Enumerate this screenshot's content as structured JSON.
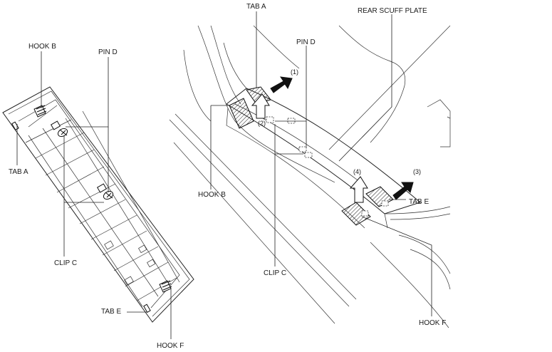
{
  "left_view": {
    "labels": {
      "hook_b": "HOOK B",
      "pin_d": "PIN D",
      "tab_a": "TAB A",
      "clip_c": "CLIP C",
      "tab_e": "TAB E",
      "hook_f": "HOOK F"
    }
  },
  "right_view": {
    "labels": {
      "tab_a": "TAB A",
      "rear_scuff_plate": "REAR SCUFF PLATE",
      "pin_d": "PIN D",
      "hook_b": "HOOK B",
      "clip_c": "CLIP C",
      "tab_e": "TAB E",
      "hook_f": "HOOK F"
    },
    "steps": [
      "(1)",
      "(2)",
      "(3)",
      "(4)"
    ]
  },
  "icons": [
    "hook-icon",
    "clip-icon",
    "pin-icon",
    "tab-icon",
    "arrow-icon"
  ]
}
